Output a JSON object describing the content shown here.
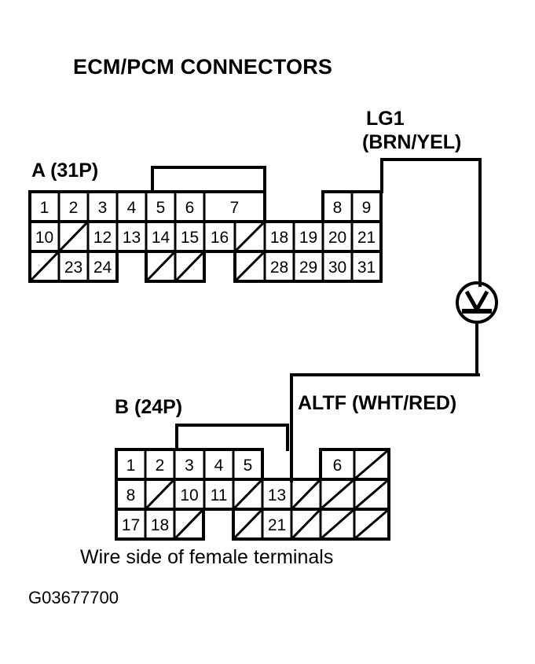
{
  "title": "ECM/PCM CONNECTORS",
  "caption": "Wire side of female terminals",
  "figure_code": "G03677700",
  "labels": {
    "lg1_name": "LG1",
    "lg1_color": "(BRN/YEL)",
    "altf": "ALTF (WHT/RED)",
    "connector_a": "A (31P)",
    "connector_b": "B (24P)"
  },
  "meter": {
    "symbol": "V",
    "name": "voltmeter-symbol"
  },
  "colors": {
    "line": "#000000",
    "background": "#ffffff"
  },
  "connector_a": {
    "name": "A (31P)",
    "pin_count": 31,
    "columns": 12,
    "rows": [
      {
        "row": 1,
        "cells": [
          {
            "col": 1,
            "label": "1",
            "type": "pin"
          },
          {
            "col": 2,
            "label": "2",
            "type": "pin"
          },
          {
            "col": 3,
            "label": "3",
            "type": "pin"
          },
          {
            "col": 4,
            "label": "4",
            "type": "pin"
          },
          {
            "col": 5,
            "label": "5",
            "type": "pin"
          },
          {
            "col": 6,
            "label": "6",
            "type": "pin"
          },
          {
            "col": 7,
            "label": "7",
            "type": "pin"
          },
          {
            "col": 8,
            "label": "",
            "type": "gap"
          },
          {
            "col": 9,
            "label": "",
            "type": "gap"
          },
          {
            "col": 10,
            "label": "",
            "type": "gap"
          },
          {
            "col": 11,
            "label": "8",
            "type": "pin"
          },
          {
            "col": 12,
            "label": "9",
            "type": "pin"
          }
        ]
      },
      {
        "row": 2,
        "cells": [
          {
            "col": 1,
            "label": "10",
            "type": "pin"
          },
          {
            "col": 2,
            "label": "",
            "type": "blank"
          },
          {
            "col": 3,
            "label": "12",
            "type": "pin"
          },
          {
            "col": 4,
            "label": "13",
            "type": "pin"
          },
          {
            "col": 5,
            "label": "14",
            "type": "pin"
          },
          {
            "col": 6,
            "label": "15",
            "type": "pin"
          },
          {
            "col": 7,
            "label": "16",
            "type": "pin"
          },
          {
            "col": 8,
            "label": "",
            "type": "blank"
          },
          {
            "col": 9,
            "label": "18",
            "type": "pin"
          },
          {
            "col": 10,
            "label": "19",
            "type": "pin"
          },
          {
            "col": 11,
            "label": "20",
            "type": "pin"
          },
          {
            "col": 12,
            "label": "21",
            "type": "pin"
          }
        ]
      },
      {
        "row": 3,
        "cells": [
          {
            "col": 1,
            "label": "",
            "type": "blank"
          },
          {
            "col": 2,
            "label": "23",
            "type": "pin"
          },
          {
            "col": 3,
            "label": "24",
            "type": "pin"
          },
          {
            "col": 4,
            "label": "",
            "type": "gap"
          },
          {
            "col": 5,
            "label": "",
            "type": "blank"
          },
          {
            "col": 6,
            "label": "",
            "type": "blank"
          },
          {
            "col": 7,
            "label": "",
            "type": "gap"
          },
          {
            "col": 8,
            "label": "",
            "type": "blank"
          },
          {
            "col": 9,
            "label": "28",
            "type": "pin"
          },
          {
            "col": 10,
            "label": "29",
            "type": "pin"
          },
          {
            "col": 11,
            "label": "30",
            "type": "pin"
          },
          {
            "col": 12,
            "label": "31",
            "type": "pin"
          }
        ]
      }
    ]
  },
  "connector_b": {
    "name": "B (24P)",
    "pin_count": 24,
    "columns": 9,
    "rows": [
      {
        "row": 1,
        "cells": [
          {
            "col": 1,
            "label": "1",
            "type": "pin"
          },
          {
            "col": 2,
            "label": "2",
            "type": "pin"
          },
          {
            "col": 3,
            "label": "3",
            "type": "pin"
          },
          {
            "col": 4,
            "label": "4",
            "type": "pin"
          },
          {
            "col": 5,
            "label": "5",
            "type": "pin"
          },
          {
            "col": 6,
            "label": "",
            "type": "gap"
          },
          {
            "col": 7,
            "label": "6",
            "type": "pin"
          },
          {
            "col": 8,
            "label": "",
            "type": "blank"
          },
          {
            "col": 9,
            "label": "",
            "type": "gap"
          }
        ]
      },
      {
        "row": 2,
        "cells": [
          {
            "col": 1,
            "label": "8",
            "type": "pin"
          },
          {
            "col": 2,
            "label": "",
            "type": "blank"
          },
          {
            "col": 3,
            "label": "10",
            "type": "pin"
          },
          {
            "col": 4,
            "label": "11",
            "type": "pin"
          },
          {
            "col": 5,
            "label": "",
            "type": "blank"
          },
          {
            "col": 6,
            "label": "13",
            "type": "pin"
          },
          {
            "col": 7,
            "label": "",
            "type": "blank"
          },
          {
            "col": 8,
            "label": "",
            "type": "blank"
          },
          {
            "col": 9,
            "label": "",
            "type": "blank"
          }
        ]
      },
      {
        "row": 3,
        "cells": [
          {
            "col": 1,
            "label": "17",
            "type": "pin"
          },
          {
            "col": 2,
            "label": "18",
            "type": "pin"
          },
          {
            "col": 3,
            "label": "",
            "type": "blank"
          },
          {
            "col": 4,
            "label": "",
            "type": "gap"
          },
          {
            "col": 5,
            "label": "",
            "type": "blank"
          },
          {
            "col": 6,
            "label": "21",
            "type": "pin"
          },
          {
            "col": 7,
            "label": "",
            "type": "blank"
          },
          {
            "col": 8,
            "label": "",
            "type": "blank"
          },
          {
            "col": 9,
            "label": "",
            "type": "blank"
          }
        ]
      }
    ]
  },
  "wires": [
    {
      "name": "lg1-wire",
      "label": "LG1 (BRN/YEL)",
      "from": "connector-a-pin-9",
      "to": "voltmeter-top"
    },
    {
      "name": "altf-wire",
      "label": "ALTF (WHT/RED)",
      "from": "voltmeter-bottom",
      "to": "connector-b-pin-13"
    }
  ]
}
